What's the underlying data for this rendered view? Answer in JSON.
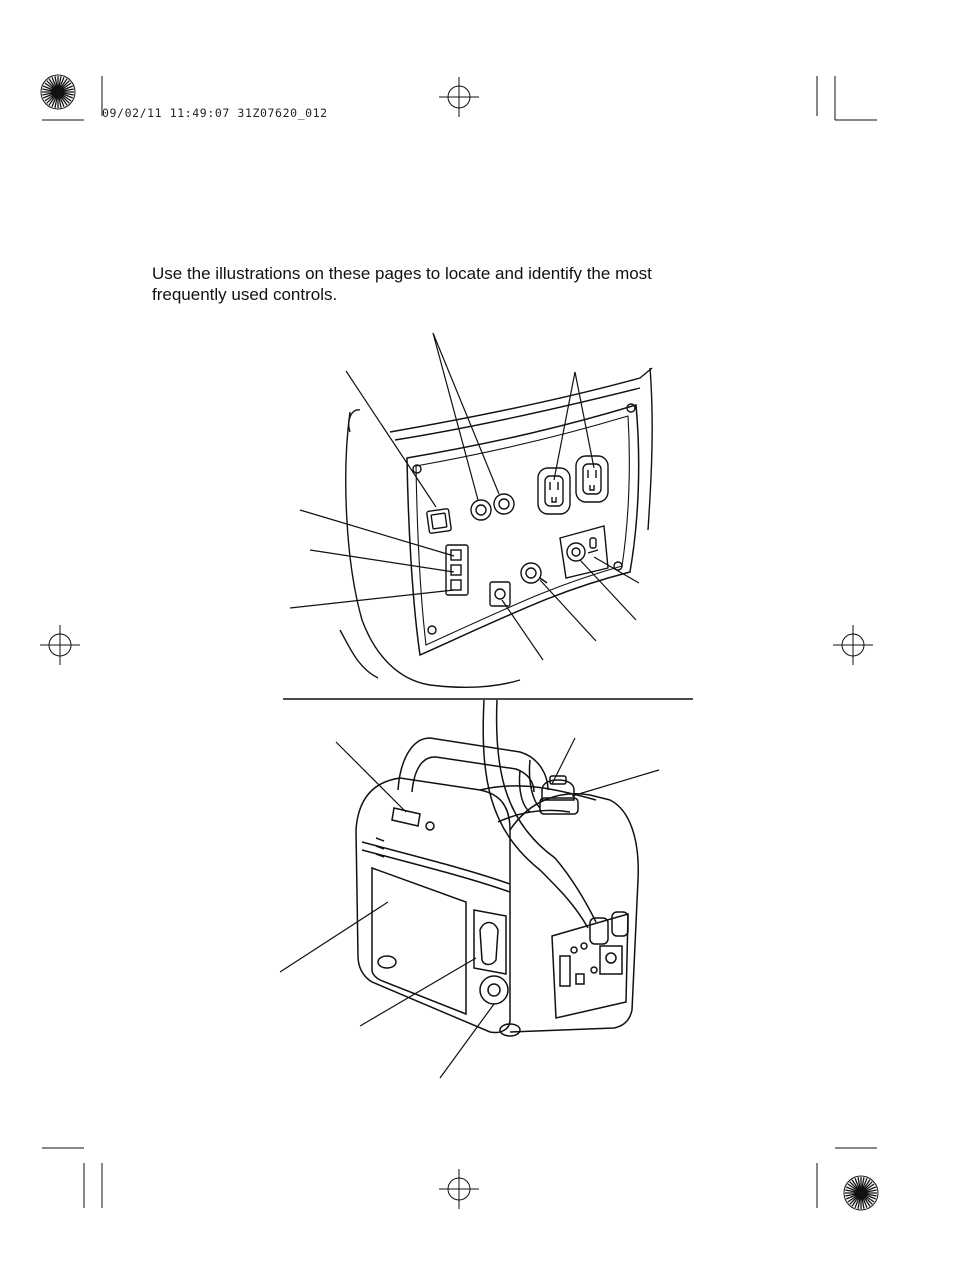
{
  "header": {
    "print_stamp": "09/02/11 11:49:07 31Z07620_012"
  },
  "intro": {
    "line1": "Use the illustrations on these pages to locate and identify the most",
    "line2": "frequently used controls."
  },
  "icons": {
    "registration_mark": "registration-target-icon",
    "crop_mark": "crop-mark-icon",
    "starburst": "starburst-registration-icon"
  }
}
